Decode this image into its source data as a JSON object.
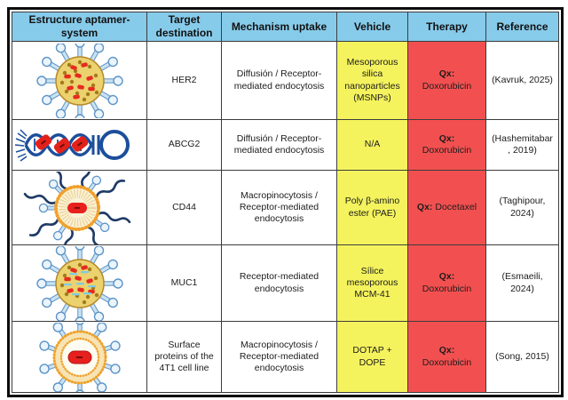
{
  "colors": {
    "header_bg": "#87CBEA",
    "vehicle_bg": "#F5F35D",
    "therapy_bg": "#F25050",
    "table_border": "#0B0B0B",
    "nanoparticle_gold": "#EBD26E",
    "aptamer_blue": "#1C4E9B",
    "drug_red": "#E8201D",
    "micelle_orange": "#F0A12C",
    "pin_light_blue": "#C8E2F2"
  },
  "table": {
    "headers": [
      "Estructure aptamer-system",
      "Target destination",
      "Mechanism uptake",
      "Vehicle",
      "Therapy",
      "Reference"
    ],
    "rows": [
      {
        "illustration": "gold nanoparticle sphere with aptamer pins and drug dots",
        "target": "HER2",
        "mechanism": "Diffusión / Receptor-mediated endocytosis",
        "vehicle": "Mesoporous silica nanoparticles (MSNPs)",
        "therapy_prefix": "Qx:",
        "therapy_drug": "Doxorubicin",
        "reference": "(Kavruk, 2025)"
      },
      {
        "illustration": "DNA aptamer double helix with drug molecules and hairpin loop",
        "target": "ABCG2",
        "mechanism": "Diffusión / Receptor-mediated endocytosis",
        "vehicle": "N/A",
        "therapy_prefix": "Qx:",
        "therapy_drug": "Doxorubicin",
        "reference": "(Hashemitabar , 2019)"
      },
      {
        "illustration": "polymer micelle with drug core, aptamer pins and polymer chains",
        "target": "CD44",
        "mechanism": "Macropinocytosis / Receptor-mediated endocytosis",
        "vehicle": "Poly β-amino ester (PAE)",
        "therapy_prefix": "Qx:",
        "therapy_drug": "Docetaxel",
        "reference": "(Taghipour, 2024)"
      },
      {
        "illustration": "gold nanoparticle sphere with aptamer pins, strands and drug dots",
        "target": "MUC1",
        "mechanism": "Receptor-mediated endocytosis",
        "vehicle": "Sílice mesoporous MCM-41",
        "therapy_prefix": "Qx:",
        "therapy_drug": "Doxorubicin",
        "reference": "(Esmaeili, 2024)"
      },
      {
        "illustration": "liposome with drug core and aptamer pins",
        "target": "Surface proteins of the 4T1 cell line",
        "mechanism": "Macropinocytosis / Receptor-mediated endocytosis",
        "vehicle": "DOTAP + DOPE",
        "therapy_prefix": "Qx:",
        "therapy_drug": "Doxorubicin",
        "reference": "(Song, 2015)"
      }
    ]
  }
}
